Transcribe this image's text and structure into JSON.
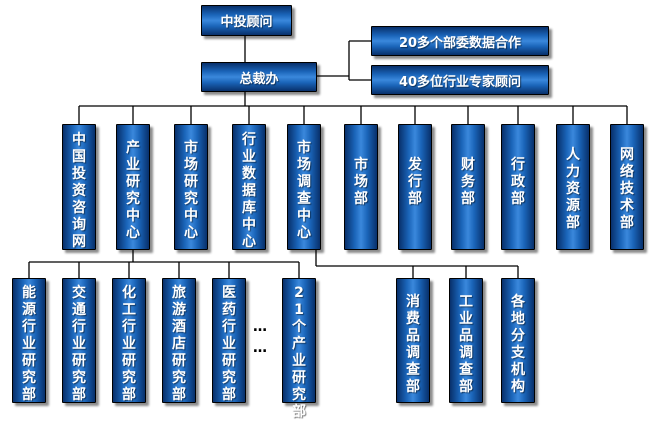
{
  "diagram": {
    "top": "中投顾问",
    "office": "总裁办",
    "partners": [
      "20多个部委数据合作",
      "40多位行业专家顾问"
    ],
    "departments": [
      "中国投资咨询网",
      "产业研究中心",
      "市场研究中心",
      "行业数据库中心",
      "市场调查中心",
      "市场部",
      "发行部",
      "财务部",
      "行政部",
      "人力资源部",
      "网络技术部"
    ],
    "industry_units": [
      "能源行业研究部",
      "交通行业研究部",
      "化工行业研究部",
      "旅游酒店研究部",
      "医药行业研究部",
      "21个产业研究部"
    ],
    "survey_units": [
      "消费品调查部",
      "工业品调查部",
      "各地分支机构"
    ],
    "ellipsis": "…"
  }
}
